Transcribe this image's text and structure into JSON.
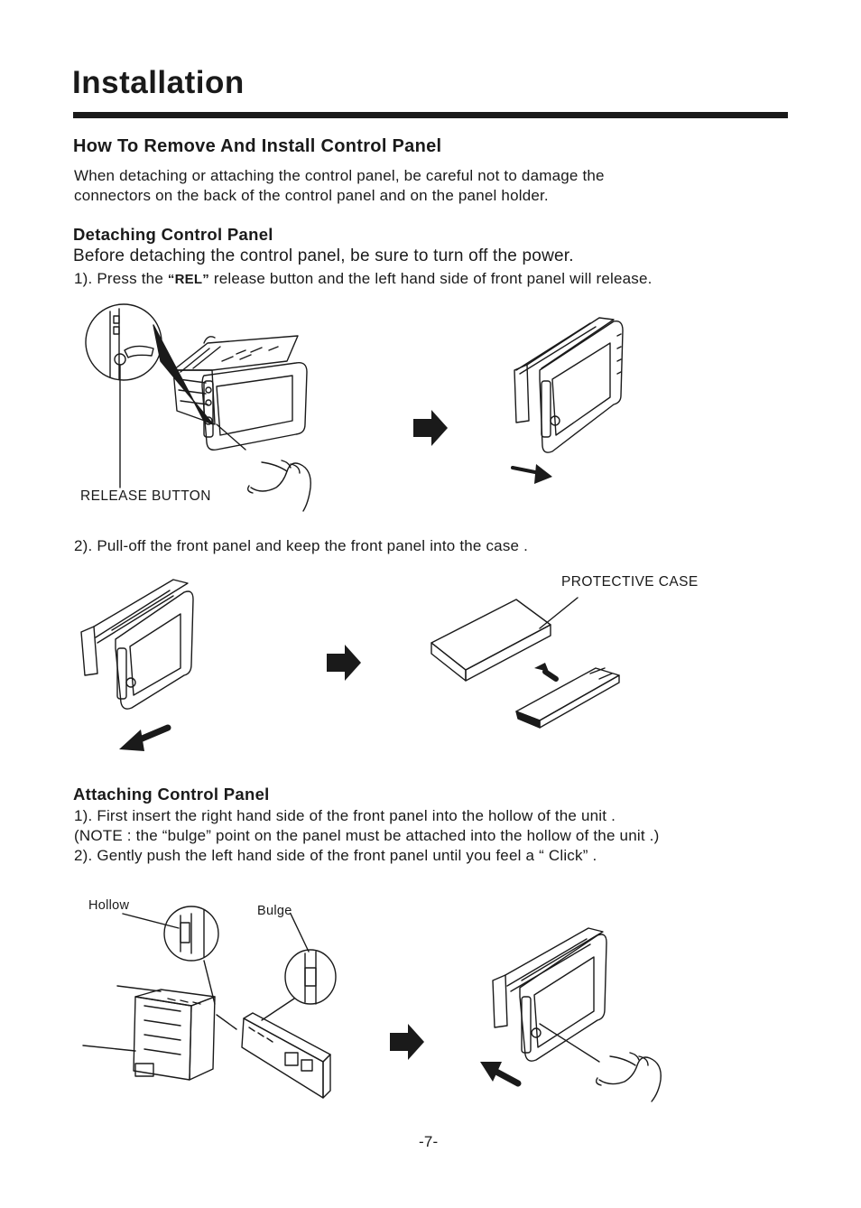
{
  "page": {
    "title": "Installation",
    "section_title": "How To Remove And Install Control Panel",
    "intro_line1": "When detaching or attaching the control panel, be careful not to damage the",
    "intro_line2": "connectors on the back of the control panel and on the panel holder.",
    "page_number": "-7-"
  },
  "detaching": {
    "heading": "Detaching Control Panel",
    "warning": "Before detaching the control panel, be sure to turn off the power.",
    "step1_prefix": "1). Press the ",
    "step1_button": "“REL”",
    "step1_suffix": " release button and the left hand side of front panel will release.",
    "release_label": "RELEASE BUTTON",
    "step2": "2). Pull-off the front panel  and keep the front panel into the case .",
    "case_label": "PROTECTIVE CASE"
  },
  "attaching": {
    "heading": "Attaching Control Panel",
    "line1": "1). First insert the right hand side of the front panel into the hollow of the unit .",
    "line2": "(NOTE : the “bulge” point on the panel must be attached into the hollow of the unit .)",
    "line3": "2). Gently push the left hand side of the front panel until you feel a  “ Click” .",
    "hollow_label": "Hollow",
    "bulge_label": "Bulge"
  }
}
